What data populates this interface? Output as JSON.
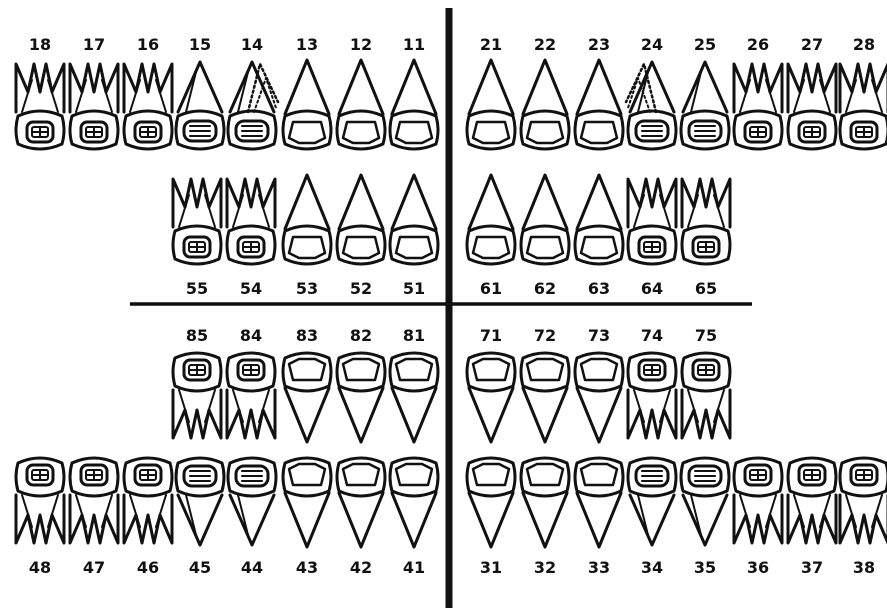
{
  "colors": {
    "ink": "#111111",
    "background": "#ffffff"
  },
  "rows": [
    {
      "id": "upper-permanent",
      "orientation": "up",
      "label_position": "above",
      "teeth": [
        {
          "number": "18",
          "type": "molar"
        },
        {
          "number": "17",
          "type": "molar"
        },
        {
          "number": "16",
          "type": "molar"
        },
        {
          "number": "15",
          "type": "premolar"
        },
        {
          "number": "14",
          "type": "premolar",
          "dotted": "right"
        },
        {
          "number": "13",
          "type": "anterior"
        },
        {
          "number": "12",
          "type": "anterior"
        },
        {
          "number": "11",
          "type": "anterior"
        },
        {
          "number": "21",
          "type": "anterior"
        },
        {
          "number": "22",
          "type": "anterior"
        },
        {
          "number": "23",
          "type": "anterior"
        },
        {
          "number": "24",
          "type": "premolar",
          "dotted": "left"
        },
        {
          "number": "25",
          "type": "premolar"
        },
        {
          "number": "26",
          "type": "molar"
        },
        {
          "number": "27",
          "type": "molar"
        },
        {
          "number": "28",
          "type": "molar"
        }
      ]
    },
    {
      "id": "upper-primary",
      "orientation": "up",
      "label_position": "below",
      "teeth": [
        {
          "number": "55",
          "type": "molar"
        },
        {
          "number": "54",
          "type": "molar"
        },
        {
          "number": "53",
          "type": "anterior"
        },
        {
          "number": "52",
          "type": "anterior"
        },
        {
          "number": "51",
          "type": "anterior"
        },
        {
          "number": "61",
          "type": "anterior"
        },
        {
          "number": "62",
          "type": "anterior"
        },
        {
          "number": "63",
          "type": "anterior"
        },
        {
          "number": "64",
          "type": "molar"
        },
        {
          "number": "65",
          "type": "molar"
        }
      ]
    },
    {
      "id": "lower-primary",
      "orientation": "down",
      "label_position": "above",
      "teeth": [
        {
          "number": "85",
          "type": "molar"
        },
        {
          "number": "84",
          "type": "molar"
        },
        {
          "number": "83",
          "type": "anterior"
        },
        {
          "number": "82",
          "type": "anterior"
        },
        {
          "number": "81",
          "type": "anterior"
        },
        {
          "number": "71",
          "type": "anterior"
        },
        {
          "number": "72",
          "type": "anterior"
        },
        {
          "number": "73",
          "type": "anterior"
        },
        {
          "number": "74",
          "type": "molar"
        },
        {
          "number": "75",
          "type": "molar"
        }
      ]
    },
    {
      "id": "lower-permanent",
      "orientation": "down",
      "label_position": "below",
      "teeth": [
        {
          "number": "48",
          "type": "molar"
        },
        {
          "number": "47",
          "type": "molar"
        },
        {
          "number": "46",
          "type": "molar"
        },
        {
          "number": "45",
          "type": "premolar"
        },
        {
          "number": "44",
          "type": "premolar"
        },
        {
          "number": "43",
          "type": "anterior"
        },
        {
          "number": "42",
          "type": "anterior"
        },
        {
          "number": "41",
          "type": "anterior"
        },
        {
          "number": "31",
          "type": "anterior"
        },
        {
          "number": "32",
          "type": "anterior"
        },
        {
          "number": "33",
          "type": "anterior"
        },
        {
          "number": "34",
          "type": "premolar"
        },
        {
          "number": "35",
          "type": "premolar"
        },
        {
          "number": "36",
          "type": "molar"
        },
        {
          "number": "37",
          "type": "molar"
        },
        {
          "number": "38",
          "type": "molar"
        }
      ]
    }
  ]
}
